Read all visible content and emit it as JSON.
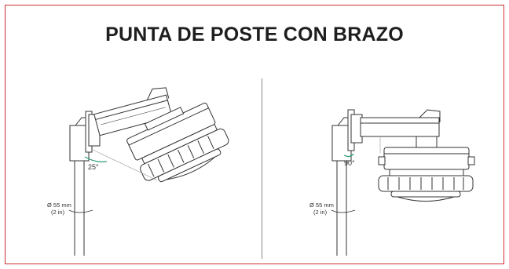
{
  "title": "PUNTA DE POSTE CON BRAZO",
  "left": {
    "angle_label": "25°",
    "diameter_mm": "Ø 55 mm",
    "diameter_in": "(2 in)"
  },
  "right": {
    "angle_label": "90°",
    "diameter_mm": "Ø 55 mm",
    "diameter_in": "(2 in)"
  },
  "colors": {
    "frame": "#c8312e",
    "angle_arc": "#2a9d6f",
    "line": "#333333"
  }
}
